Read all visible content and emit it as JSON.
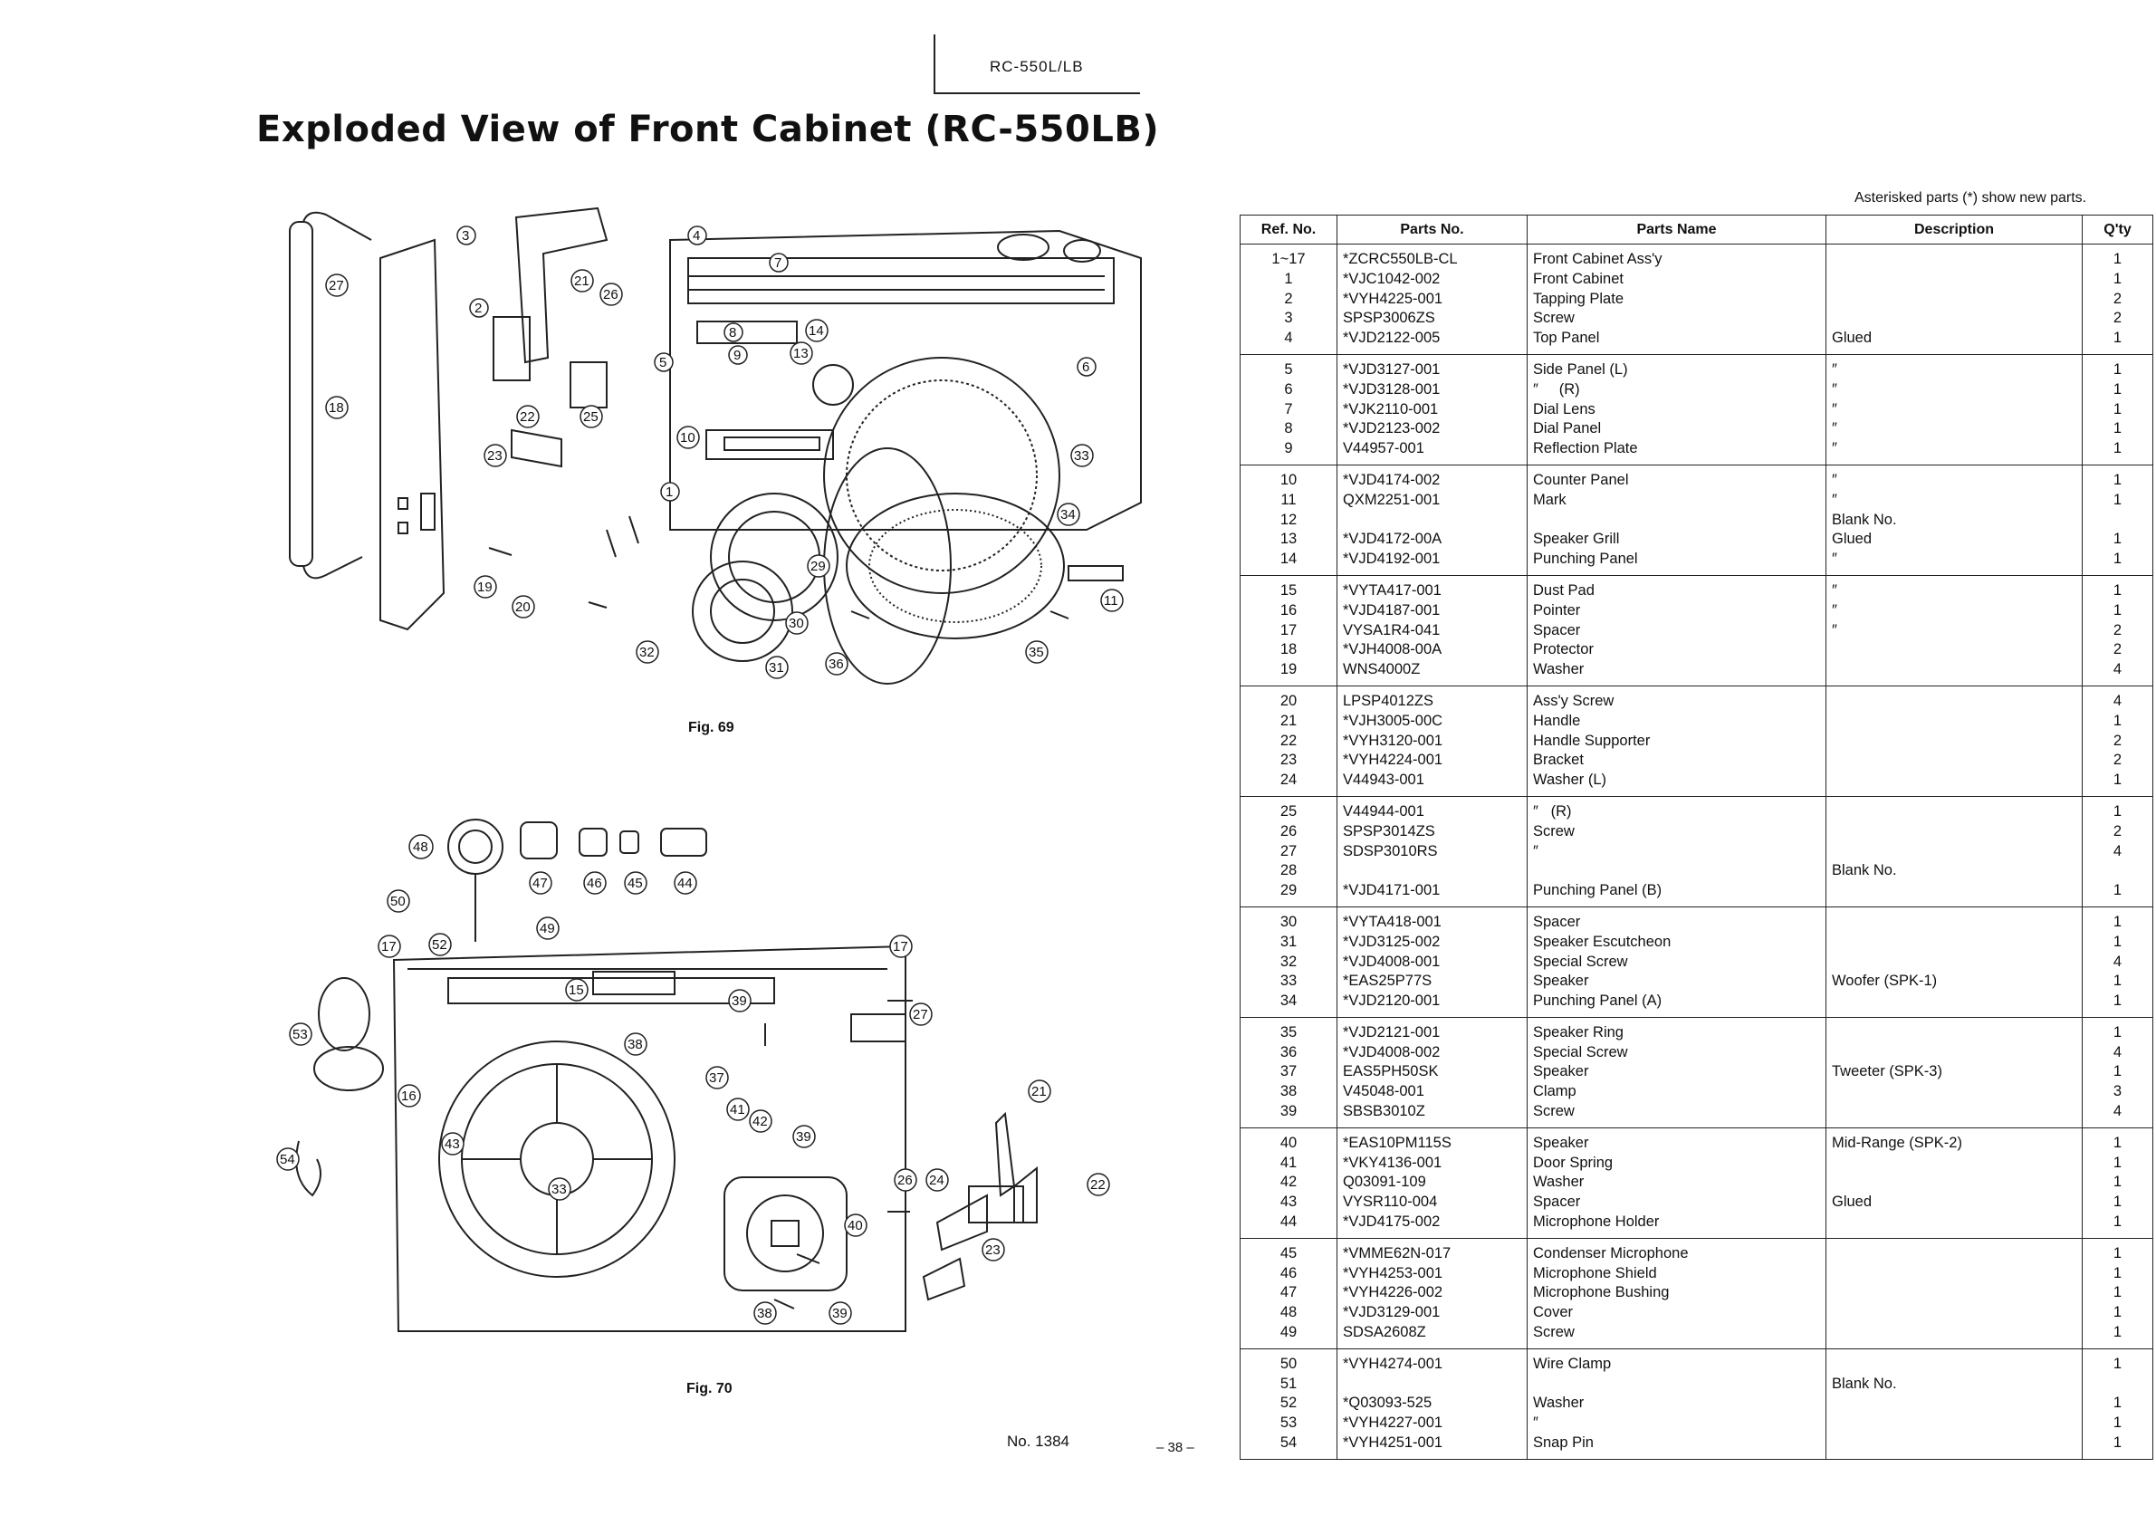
{
  "header": {
    "model": "RC-550L/LB"
  },
  "page_title": "Exploded View of Front Cabinet (RC-550LB)",
  "figures": [
    {
      "caption": "Fig. 69",
      "callouts": [
        "3",
        "4",
        "7",
        "21",
        "27",
        "2",
        "26",
        "8",
        "14",
        "5",
        "6",
        "18",
        "22",
        "25",
        "9",
        "13",
        "10",
        "23",
        "33",
        "1",
        "34",
        "19",
        "20",
        "29",
        "11",
        "30",
        "32",
        "31",
        "36",
        "35"
      ]
    },
    {
      "caption": "Fig. 70",
      "callouts": [
        "48",
        "47",
        "46",
        "45",
        "44",
        "50",
        "49",
        "52",
        "17",
        "17",
        "15",
        "39",
        "27",
        "53",
        "38",
        "37",
        "16",
        "41",
        "42",
        "39",
        "21",
        "43",
        "33",
        "26",
        "24",
        "22",
        "54",
        "40",
        "23",
        "38",
        "39"
      ]
    }
  ],
  "parts_table": {
    "note": "Asterisked parts (*) show new parts.",
    "columns": [
      "Ref. No.",
      "Parts No.",
      "Parts Name",
      "Description",
      "Q'ty"
    ],
    "groups": [
      {
        "ref": [
          "1~17",
          "1",
          "2",
          "3",
          "4"
        ],
        "no": [
          "*ZCRC550LB-CL",
          "*VJC1042-002",
          "*VYH4225-001",
          "SPSP3006ZS",
          "*VJD2122-005"
        ],
        "name": [
          "Front Cabinet Ass'y",
          "Front Cabinet",
          "Tapping Plate",
          "Screw",
          "Top Panel"
        ],
        "desc": [
          "",
          "",
          "",
          "",
          "Glued"
        ],
        "qty": [
          "1",
          "1",
          "2",
          "2",
          "1"
        ]
      },
      {
        "ref": [
          "5",
          "6",
          "7",
          "8",
          "9"
        ],
        "no": [
          "*VJD3127-001",
          "*VJD3128-001",
          "*VJK2110-001",
          "*VJD2123-002",
          "V44957-001"
        ],
        "name": [
          "Side Panel (L)",
          "″     (R)",
          "Dial Lens",
          "Dial Panel",
          "Reflection Plate"
        ],
        "desc": [
          "″",
          "″",
          "″",
          "″",
          "″"
        ],
        "qty": [
          "1",
          "1",
          "1",
          "1",
          "1"
        ]
      },
      {
        "ref": [
          "10",
          "11",
          "12",
          "13",
          "14"
        ],
        "no": [
          "*VJD4174-002",
          "QXM2251-001",
          "",
          "*VJD4172-00A",
          "*VJD4192-001"
        ],
        "name": [
          "Counter Panel",
          "Mark",
          "",
          "Speaker Grill",
          "Punching Panel"
        ],
        "desc": [
          "″",
          "″",
          "Blank No.",
          "Glued",
          "″"
        ],
        "qty": [
          "1",
          "1",
          "",
          "1",
          "1"
        ]
      },
      {
        "ref": [
          "15",
          "16",
          "17",
          "18",
          "19"
        ],
        "no": [
          "*VYTA417-001",
          "*VJD4187-001",
          "VYSA1R4-041",
          "*VJH4008-00A",
          "WNS4000Z"
        ],
        "name": [
          "Dust Pad",
          "Pointer",
          "Spacer",
          "Protector",
          "Washer"
        ],
        "desc": [
          "″",
          "″",
          "″",
          "",
          ""
        ],
        "qty": [
          "1",
          "1",
          "2",
          "2",
          "4"
        ]
      },
      {
        "ref": [
          "20",
          "21",
          "22",
          "23",
          "24"
        ],
        "no": [
          "LPSP4012ZS",
          "*VJH3005-00C",
          "*VYH3120-001",
          "*VYH4224-001",
          "V44943-001"
        ],
        "name": [
          "Ass'y Screw",
          "Handle",
          "Handle Supporter",
          "Bracket",
          "Washer (L)"
        ],
        "desc": [
          "",
          "",
          "",
          "",
          ""
        ],
        "qty": [
          "4",
          "1",
          "2",
          "2",
          "1"
        ]
      },
      {
        "ref": [
          "25",
          "26",
          "27",
          "28",
          "29"
        ],
        "no": [
          "V44944-001",
          "SPSP3014ZS",
          "SDSP3010RS",
          "",
          "*VJD4171-001"
        ],
        "name": [
          "″   (R)",
          "Screw",
          "″",
          "",
          "Punching Panel (B)"
        ],
        "desc": [
          "",
          "",
          "",
          "Blank No.",
          ""
        ],
        "qty": [
          "1",
          "2",
          "4",
          "",
          "1"
        ]
      },
      {
        "ref": [
          "30",
          "31",
          "32",
          "33",
          "34"
        ],
        "no": [
          "*VYTA418-001",
          "*VJD3125-002",
          "*VJD4008-001",
          "*EAS25P77S",
          "*VJD2120-001"
        ],
        "name": [
          "Spacer",
          "Speaker Escutcheon",
          "Special Screw",
          "Speaker",
          "Punching Panel (A)"
        ],
        "desc": [
          "",
          "",
          "",
          "Woofer (SPK-1)",
          ""
        ],
        "qty": [
          "1",
          "1",
          "4",
          "1",
          "1"
        ]
      },
      {
        "ref": [
          "35",
          "36",
          "37",
          "38",
          "39"
        ],
        "no": [
          "*VJD2121-001",
          "*VJD4008-002",
          "EAS5PH50SK",
          "V45048-001",
          "SBSB3010Z"
        ],
        "name": [
          "Speaker Ring",
          "Special Screw",
          "Speaker",
          "Clamp",
          "Screw"
        ],
        "desc": [
          "",
          "",
          "Tweeter (SPK-3)",
          "",
          ""
        ],
        "qty": [
          "1",
          "4",
          "1",
          "3",
          "4"
        ]
      },
      {
        "ref": [
          "40",
          "41",
          "42",
          "43",
          "44"
        ],
        "no": [
          "*EAS10PM115S",
          "*VKY4136-001",
          "Q03091-109",
          "VYSR110-004",
          "*VJD4175-002"
        ],
        "name": [
          "Speaker",
          "Door Spring",
          "Washer",
          "Spacer",
          "Microphone Holder"
        ],
        "desc": [
          "Mid-Range (SPK-2)",
          "",
          "",
          "Glued",
          ""
        ],
        "qty": [
          "1",
          "1",
          "1",
          "1",
          "1"
        ]
      },
      {
        "ref": [
          "45",
          "46",
          "47",
          "48",
          "49"
        ],
        "no": [
          "*VMME62N-017",
          "*VYH4253-001",
          "*VYH4226-002",
          "*VJD3129-001",
          "SDSA2608Z"
        ],
        "name": [
          "Condenser Microphone",
          "Microphone Shield",
          "Microphone Bushing",
          "Cover",
          "Screw"
        ],
        "desc": [
          "",
          "",
          "",
          "",
          ""
        ],
        "qty": [
          "1",
          "1",
          "1",
          "1",
          "1"
        ]
      },
      {
        "ref": [
          "50",
          "51",
          "52",
          "53",
          "54"
        ],
        "no": [
          "*VYH4274-001",
          "",
          "*Q03093-525",
          "*VYH4227-001",
          "*VYH4251-001"
        ],
        "name": [
          "Wire Clamp",
          "",
          "Washer",
          "″",
          "Snap Pin"
        ],
        "desc": [
          "",
          "Blank No.",
          "",
          "",
          ""
        ],
        "qty": [
          "1",
          "",
          "1",
          "1",
          "1"
        ]
      }
    ]
  },
  "footer": {
    "doc_no": "No. 1384",
    "page": "– 38 –"
  }
}
